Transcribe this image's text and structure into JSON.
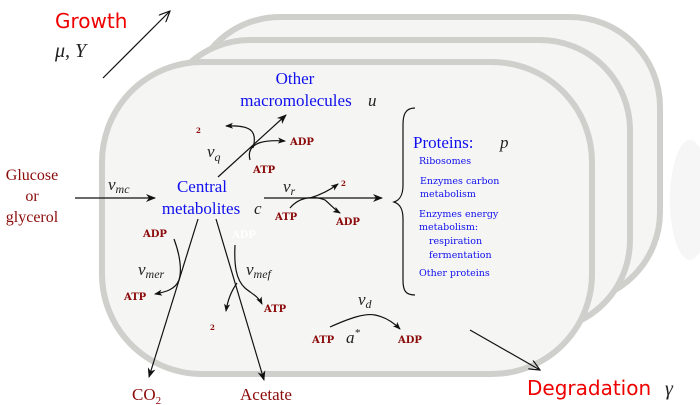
{
  "growth": {
    "title": "Growth",
    "symbols": "μ, Y"
  },
  "degradation": {
    "title": "Degradation",
    "symbol": "γ"
  },
  "input": {
    "line1": "Glucose",
    "line2": "or",
    "line3": "glycerol"
  },
  "central": {
    "line1": "Central",
    "line2": "metabolites",
    "symbol": "c"
  },
  "other_macro": {
    "line1": "Other",
    "line2": "macromolecules",
    "symbol": "u"
  },
  "proteins": {
    "title": "Proteins:",
    "symbol": "p",
    "items": [
      "Ribosomes",
      "Enzymes carbon",
      "metabolism",
      "Enzymes energy",
      "metabolism:",
      "respiration",
      "fermentation",
      "Other proteins"
    ]
  },
  "fluxes": {
    "v": "v",
    "mc": "mc",
    "q": "q",
    "r": "r",
    "mer": "mer",
    "mef": "mef",
    "d": "d"
  },
  "molecules": {
    "atp": "ATP",
    "adp": "ADP",
    "co2": "CO",
    "two": "2",
    "a_star": "a",
    "star": "*"
  },
  "outputs": {
    "co2": "CO",
    "two": "2",
    "acetate": "Acetate"
  },
  "colors": {
    "blue": "#1010ee",
    "dark_red": "#8b0a0a",
    "red": "#ee0000",
    "membrane": "#cfcfcb",
    "cytoplasm": "#f5f5f3"
  }
}
